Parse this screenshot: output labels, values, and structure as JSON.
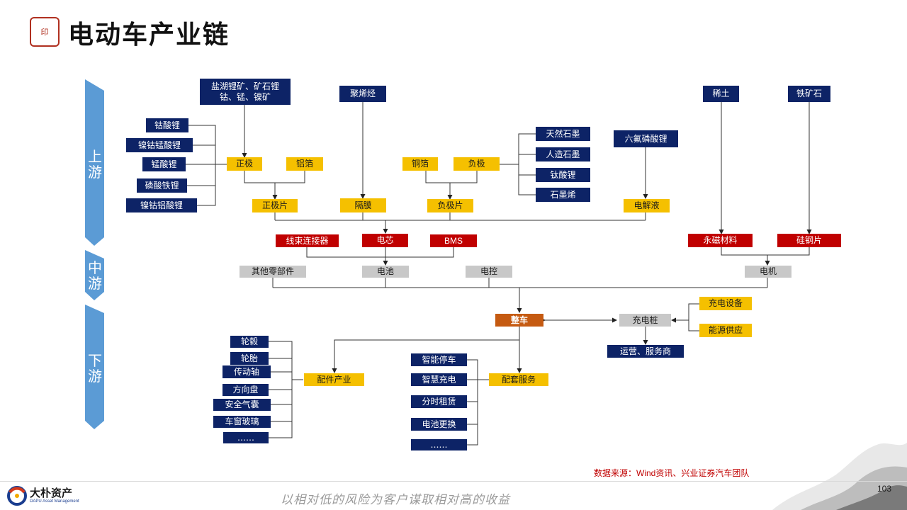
{
  "header": {
    "title": "电动车产业链"
  },
  "phases": {
    "upstream": "上游",
    "midstream": "中游",
    "downstream": "下游"
  },
  "nodes": {
    "lithium_mine": "盐湖锂矿、矿石锂\n钴、锰、镍矿",
    "polyolefin": "聚烯烃",
    "rare_earth": "稀土",
    "iron_ore": "铁矿石",
    "lco": "钴酸锂",
    "nmc": "镍钴锰酸锂",
    "lmo": "锰酸锂",
    "lfp": "磷酸铁锂",
    "nca": "镍钴铝酸锂",
    "cathode": "正极",
    "al_foil": "铝箔",
    "cu_foil": "铜箔",
    "anode": "负极",
    "natural_graphite": "天然石墨",
    "artificial_graphite": "人造石墨",
    "lto": "钛酸锂",
    "graphene": "石墨烯",
    "lipf6": "六氟磷酸锂",
    "cathode_sheet": "正极片",
    "separator": "隔膜",
    "anode_sheet": "负极片",
    "electrolyte": "电解液",
    "harness": "线束连接器",
    "cell": "电芯",
    "bms": "BMS",
    "magnet": "永磁材料",
    "silicon_steel": "硅钢片",
    "other_parts": "其他零部件",
    "battery": "电池",
    "ecu": "电控",
    "motor": "电机",
    "vehicle": "整车",
    "charging_pile": "充电桩",
    "charging_equipment": "充电设备",
    "energy_supply": "能源供应",
    "operator": "运营、服务商",
    "parts_industry": "配件产业",
    "services": "配套服务",
    "hub": "轮毂",
    "tire": "轮胎",
    "shaft": "传动轴",
    "steering": "方向盘",
    "airbag": "安全气囊",
    "glass": "车窗玻璃",
    "parts_more": "……",
    "smart_parking": "智能停车",
    "smart_charging": "智慧充电",
    "rental": "分时租赁",
    "battery_swap": "电池更换",
    "services_more": "……"
  },
  "footer": {
    "source": "数据来源：Wind资讯、兴业证券汽车团队",
    "slogan": "以相对低的风险为客户谋取相对高的收益",
    "page": "103",
    "company": "大朴资产",
    "company_en": "DAPU Asset Management"
  },
  "colors": {
    "navy": "#0d2366",
    "gold": "#f5c000",
    "red": "#c00000",
    "grey": "#c8c8c8",
    "vehicle": "#c55a11",
    "phase_arrow": "#5b9bd5"
  }
}
